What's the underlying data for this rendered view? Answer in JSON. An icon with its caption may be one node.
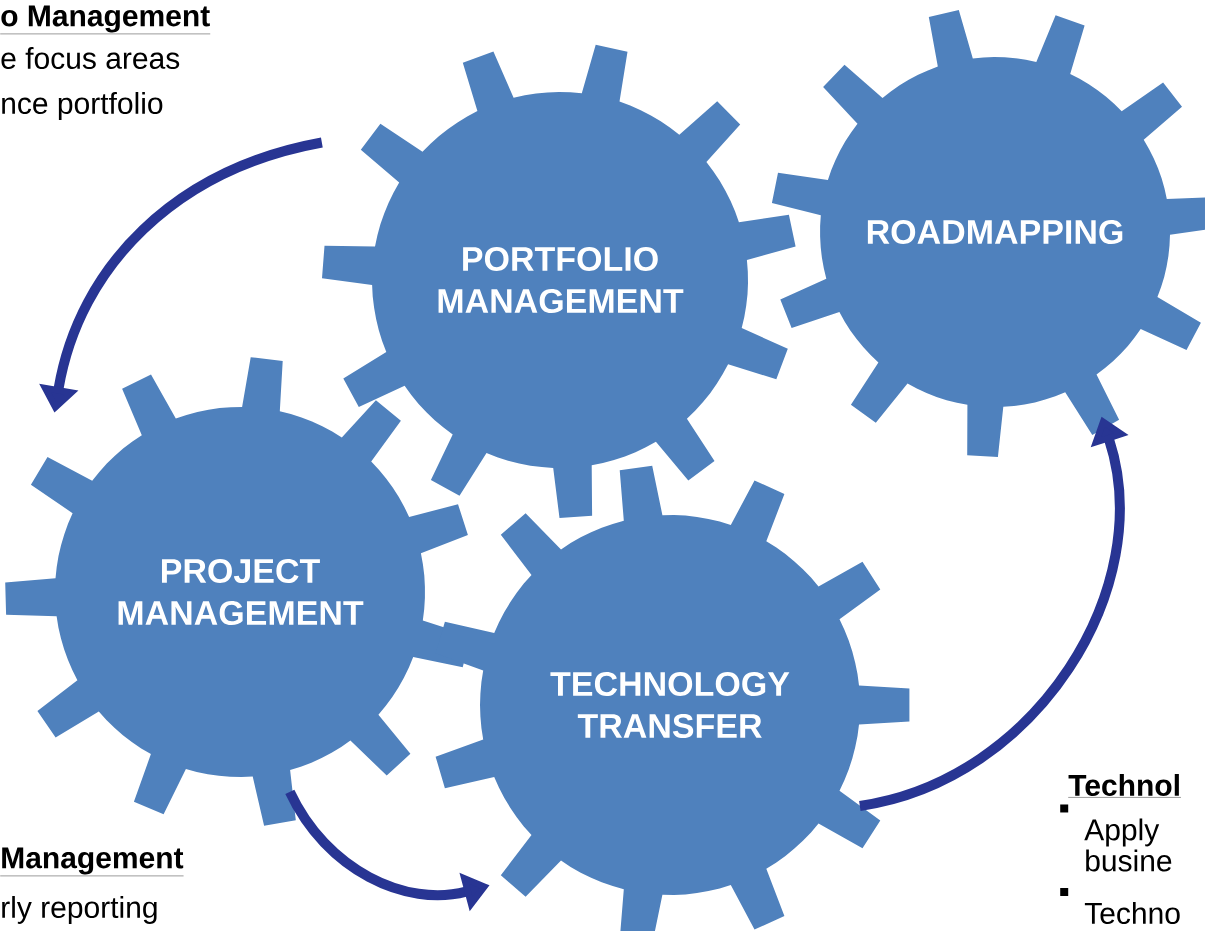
{
  "diagram": {
    "nodes": [
      {
        "text": [
          "PORTFOLIO MANAGEMENT"
        ]
      },
      {
        "text": [
          "ROADMAPPING"
        ]
      },
      {
        "text": [
          "PROJECT MANAGEMENT"
        ]
      },
      {
        "text": [
          "TECHNOLOGY TRANSFER"
        ]
      }
    ],
    "edges": [
      {
        "from": 0,
        "to": 2,
        "arrow": "to"
      },
      {
        "from": 2,
        "to": 3,
        "arrow": "to"
      },
      {
        "from": 3,
        "to": 1,
        "arrow": "to"
      }
    ],
    "labels": [
      "o Management",
      "e focus areas",
      "nce portfolio",
      "Management",
      "rly reporting",
      "Technol",
      "Apply busine",
      "Techno"
    ]
  }
}
